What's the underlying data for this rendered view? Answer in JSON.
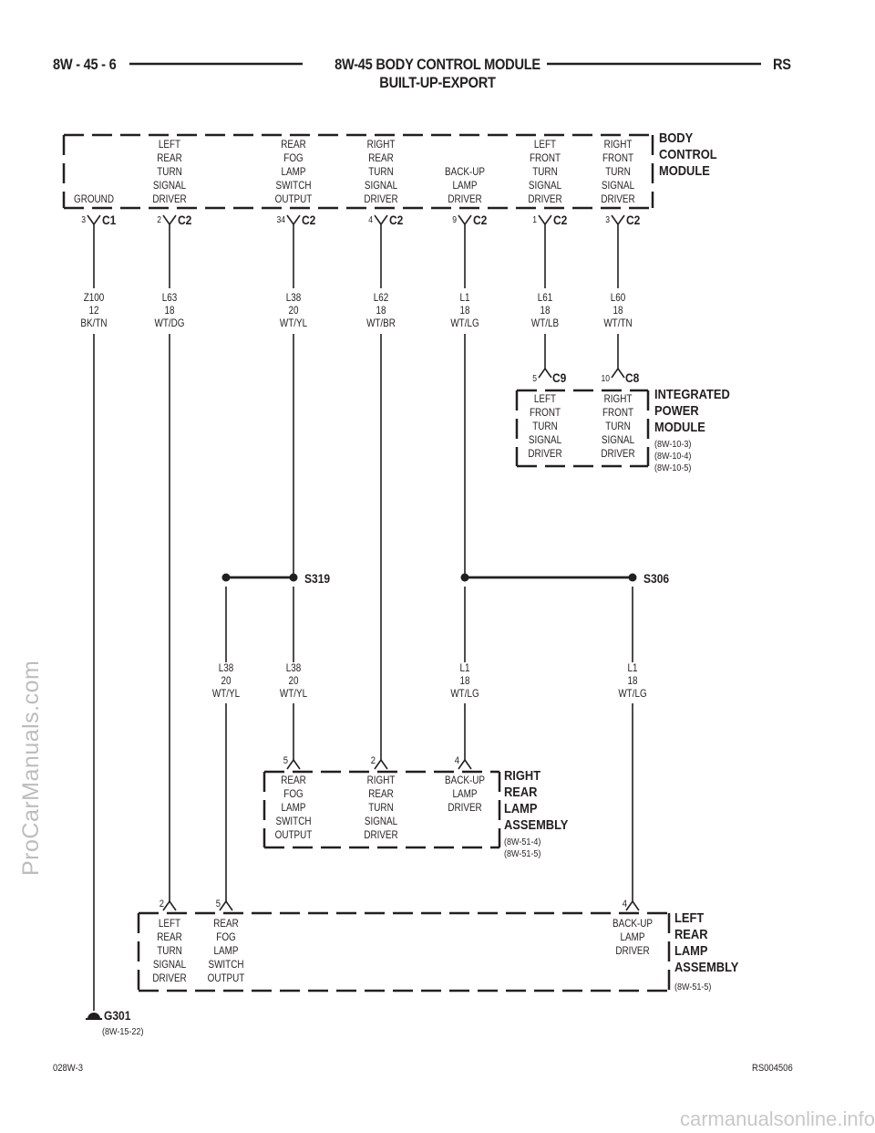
{
  "header": {
    "left": "8W - 45 - 6",
    "title": "8W-45 BODY CONTROL MODULE",
    "subtitle": "BUILT-UP-EXPORT",
    "right": "RS"
  },
  "footer": {
    "left": "028W-3",
    "right": "RS004506"
  },
  "watermark": "ProCarManuals.com",
  "site": "carmanualsonline.info",
  "bcm": {
    "name": [
      "BODY",
      "CONTROL",
      "MODULE"
    ],
    "pins": [
      {
        "label": [
          "GROUND"
        ],
        "pin": "3",
        "conn": "C1"
      },
      {
        "label": [
          "LEFT",
          "REAR",
          "TURN",
          "SIGNAL",
          "DRIVER"
        ],
        "pin": "2",
        "conn": "C2"
      },
      {
        "label": [
          "REAR",
          "FOG",
          "LAMP",
          "SWITCH",
          "OUTPUT"
        ],
        "pin": "34",
        "conn": "C2"
      },
      {
        "label": [
          "RIGHT",
          "REAR",
          "TURN",
          "SIGNAL",
          "DRIVER"
        ],
        "pin": "4",
        "conn": "C2"
      },
      {
        "label": [
          "BACK-UP",
          "LAMP",
          "DRIVER"
        ],
        "pin": "9",
        "conn": "C2"
      },
      {
        "label": [
          "LEFT",
          "FRONT",
          "TURN",
          "SIGNAL",
          "DRIVER"
        ],
        "pin": "1",
        "conn": "C2"
      },
      {
        "label": [
          "RIGHT",
          "FRONT",
          "TURN",
          "SIGNAL",
          "DRIVER"
        ],
        "pin": "3",
        "conn": "C2"
      }
    ]
  },
  "wires_top": [
    [
      "Z100",
      "12",
      "BK/TN"
    ],
    [
      "L63",
      "18",
      "WT/DG"
    ],
    [
      "L38",
      "20",
      "WT/YL"
    ],
    [
      "L62",
      "18",
      "WT/BR"
    ],
    [
      "L1",
      "18",
      "WT/LG"
    ],
    [
      "L61",
      "18",
      "WT/LB"
    ],
    [
      "L60",
      "18",
      "WT/TN"
    ]
  ],
  "ipm": {
    "name": [
      "INTEGRATED",
      "POWER",
      "MODULE"
    ],
    "refs": [
      "(8W-10-3)",
      "(8W-10-4)",
      "(8W-10-5)"
    ],
    "pins": [
      {
        "pin": "5",
        "conn": "C9",
        "label": [
          "LEFT",
          "FRONT",
          "TURN",
          "SIGNAL",
          "DRIVER"
        ]
      },
      {
        "pin": "10",
        "conn": "C8",
        "label": [
          "RIGHT",
          "FRONT",
          "TURN",
          "SIGNAL",
          "DRIVER"
        ]
      }
    ]
  },
  "splices": {
    "s319": "S319",
    "s306": "S306"
  },
  "wires_mid": [
    [
      "L38",
      "20",
      "WT/YL"
    ],
    [
      "L38",
      "20",
      "WT/YL"
    ],
    [
      "L1",
      "18",
      "WT/LG"
    ],
    [
      "L1",
      "18",
      "WT/LG"
    ]
  ],
  "rra": {
    "name": [
      "RIGHT",
      "REAR",
      "LAMP",
      "ASSEMBLY"
    ],
    "refs": [
      "(8W-51-4)",
      "(8W-51-5)"
    ],
    "pins": [
      {
        "pin": "5",
        "label": [
          "REAR",
          "FOG",
          "LAMP",
          "SWITCH",
          "OUTPUT"
        ]
      },
      {
        "pin": "2",
        "label": [
          "RIGHT",
          "REAR",
          "TURN",
          "SIGNAL",
          "DRIVER"
        ]
      },
      {
        "pin": "4",
        "label": [
          "BACK-UP",
          "LAMP",
          "DRIVER"
        ]
      }
    ]
  },
  "lra": {
    "name": [
      "LEFT",
      "REAR",
      "LAMP",
      "ASSEMBLY"
    ],
    "refs": [
      "(8W-51-5)"
    ],
    "pins": [
      {
        "pin": "2",
        "label": [
          "LEFT",
          "REAR",
          "TURN",
          "SIGNAL",
          "DRIVER"
        ]
      },
      {
        "pin": "5",
        "label": [
          "REAR",
          "FOG",
          "LAMP",
          "SWITCH",
          "OUTPUT"
        ]
      },
      {
        "pin": "4",
        "label": [
          "BACK-UP",
          "LAMP",
          "DRIVER"
        ]
      }
    ]
  },
  "ground": {
    "name": "G301",
    "ref": "(8W-15-22)"
  }
}
